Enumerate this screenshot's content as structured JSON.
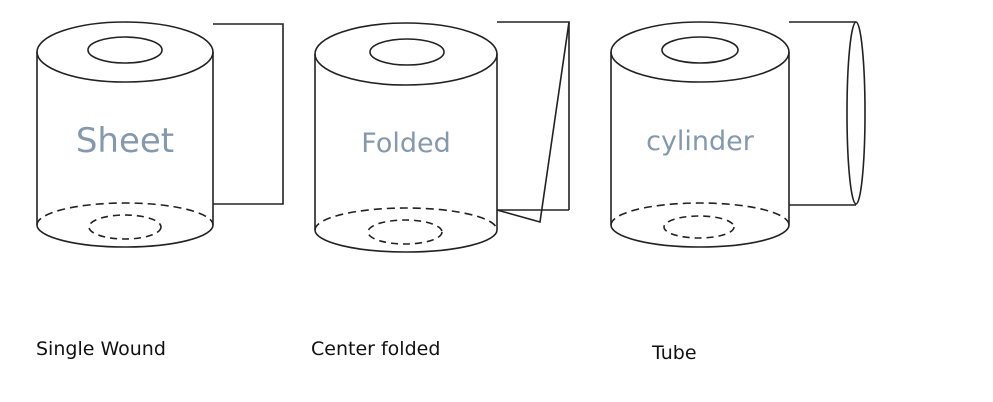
{
  "rolls": [
    {
      "inner_label": "Sheet",
      "caption": "Single Wound"
    },
    {
      "inner_label": "Folded",
      "caption": "Center folded"
    },
    {
      "inner_label": "cylinder",
      "caption": "Tube"
    }
  ],
  "colors": {
    "line": "#222222",
    "inner_text": "#8499ae",
    "caption_text": "#111111",
    "background": "#ffffff"
  }
}
